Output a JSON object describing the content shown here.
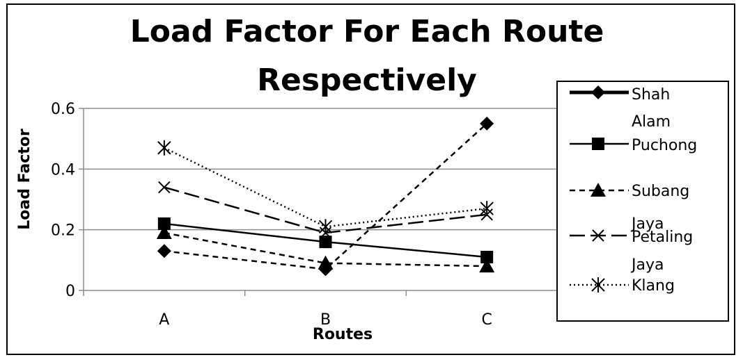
{
  "chart_data": {
    "type": "line",
    "title": [
      "Load Factor For Each Route",
      "Respectively"
    ],
    "xlabel": "Routes",
    "ylabel": "Load Factor",
    "categories": [
      "A",
      "B",
      "C"
    ],
    "ylim": [
      0,
      0.6
    ],
    "yticks": [
      0,
      0.2,
      0.4,
      0.6
    ],
    "ytick_labels": [
      "0",
      "0.2",
      "0.4",
      "0.6"
    ],
    "grid": true,
    "legend_position": "right",
    "series": [
      {
        "name": "Shah",
        "legend_lines": [
          "Shah"
        ],
        "values": [
          0.13,
          0.07,
          0.55
        ],
        "marker": "diamond",
        "dash": "8,6",
        "legend_dash": "",
        "legend_width": 5
      },
      {
        "name": "Alam Puchong",
        "legend_lines": [
          "Alam",
          "Puchong"
        ],
        "values": [
          0.22,
          0.16,
          0.11
        ],
        "marker": "square",
        "dash": "",
        "legend_dash": "",
        "legend_width": 2.5
      },
      {
        "name": "Subang",
        "legend_lines": [
          "Subang"
        ],
        "values": [
          0.19,
          0.09,
          0.08
        ],
        "marker": "triangle",
        "dash": "8,6",
        "legend_dash": "8,6",
        "legend_width": 2.5
      },
      {
        "name": "Jaya Petaling",
        "legend_lines": [
          "Jaya",
          "Petaling"
        ],
        "values": [
          0.34,
          0.19,
          0.25
        ],
        "marker": "x",
        "dash": "22,8",
        "legend_dash": "22,8",
        "legend_width": 2.5
      },
      {
        "name": "Jaya Klang",
        "legend_lines": [
          "Jaya",
          "Klang"
        ],
        "values": [
          0.47,
          0.21,
          0.27
        ],
        "marker": "asterisk",
        "dash": "2,4",
        "legend_dash": "2,4",
        "legend_width": 2.5
      }
    ]
  }
}
